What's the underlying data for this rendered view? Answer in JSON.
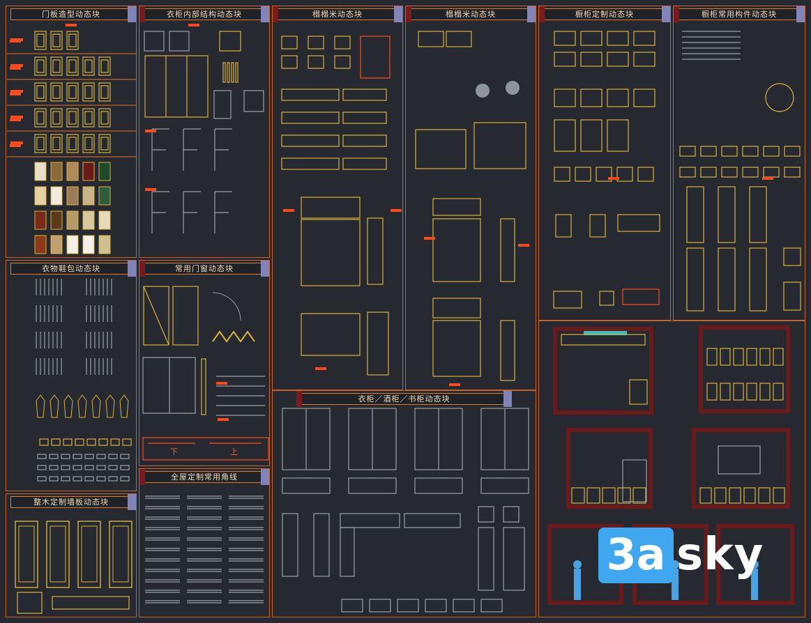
{
  "canvas": {
    "name": "cad-model-space"
  },
  "panels": [
    {
      "title": "门板造型动态块"
    },
    {
      "title": "衣柜内部结构动态块"
    },
    {
      "title": "榻榻米动态块"
    },
    {
      "title": "榻榻米动态块"
    },
    {
      "title": "橱柜定制动态块"
    },
    {
      "title": "橱柜常用构件动态块"
    },
    {
      "title": "衣物鞋包动态块"
    },
    {
      "title": "常用门窗动态块"
    },
    {
      "title": "衣柜／酒柜／书柜动态块"
    },
    {
      "title": "全屋定制常用角线"
    },
    {
      "title": "整木定制墙板动态块"
    }
  ],
  "annotations": {
    "down": "下",
    "up": "上"
  },
  "watermark": {
    "badge": "3a",
    "text": "sky"
  },
  "colors": {
    "background": "#262a30",
    "frame": "#c8652a",
    "linework": "#d7b23a",
    "accent": "#ff4a1c",
    "title_cap": "#8184b8",
    "watermark": "#3ea7f0"
  }
}
